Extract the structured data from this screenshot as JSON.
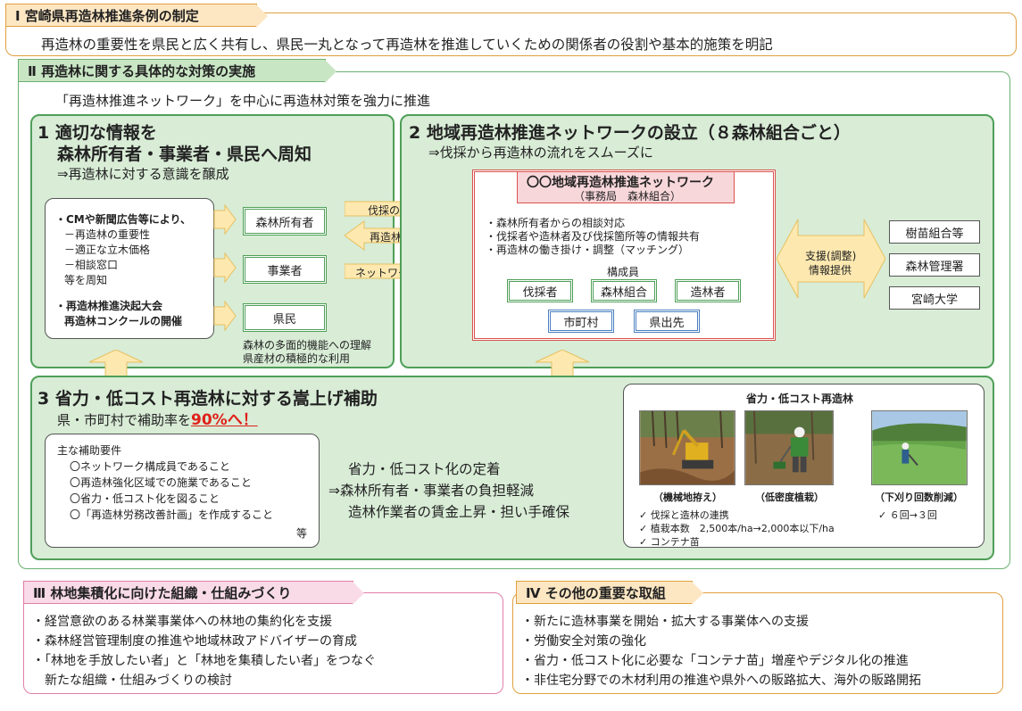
{
  "section1": {
    "tab": "Ⅰ 宮崎県再造林推進条例の制定",
    "text": "再造林の重要性を県民と広く共有し、県民一丸となって再造林を推進していくための関係者の役割や基本的施策を明記"
  },
  "section2": {
    "tab": "Ⅱ 再造林に関する具体的な対策の実施",
    "lead": "「再造林推進ネットワーク」を中心に再造林対策を強力に推進",
    "p1": {
      "title1": "1 適切な情報を",
      "title2": "森林所有者・事業者・県民へ周知",
      "sub": "⇒再造林に対する意識を醸成",
      "bullets": [
        "・CMや新聞広告等により、",
        "－再造林の重要性",
        "－適正な立木価格",
        "－相談窓口",
        "等を周知",
        "・再造林推進決起大会",
        "再造林コンクールの開催"
      ],
      "targets": [
        "森林所有者",
        "事業者",
        "県民"
      ],
      "note1": "森林の多面的機能への理解",
      "note2": "県産材の積極的な利用"
    },
    "arrows": [
      "伐採の相談",
      "再造林の提案",
      "ネットワーク参加"
    ],
    "p2": {
      "title": "2 地域再造林推進ネットワークの設立（８森林組合ごと）",
      "sub": "⇒伐採から再造林の流れをスムーズに",
      "net_title": "〇〇地域再造林推進ネットワーク",
      "net_sub": "（事務局　森林組合）",
      "items": [
        "・森林所有者からの相談対応",
        "・伐採者や造林者及び伐採箇所等の情報共有",
        "・再造林の働き掛け・調整（マッチング）"
      ],
      "members_label": "構成員",
      "members": [
        "伐採者",
        "森林組合",
        "造林者"
      ],
      "members2": [
        "市町村",
        "県出先"
      ],
      "support1": "支援(調整)",
      "support2": "情報提供",
      "supporters": [
        "樹苗組合等",
        "森林管理署",
        "宮崎大学"
      ]
    },
    "p3": {
      "title": "3 省力・低コスト再造林に対する嵩上げ補助",
      "sub_prefix": "県・市町村で補助率を",
      "sub_highlight": "90%へ！",
      "req_title": "主な補助要件",
      "reqs": [
        "〇ネットワーク構成員であること",
        "〇再造林強化区域での施業であること",
        "〇省力・低コスト化を図ること",
        "〇「再造林労務改善計画」を作成すること"
      ],
      "req_etc": "等",
      "effect1": "省力・低コスト化の定着",
      "effect2": "⇒森林所有者・事業者の負担軽減",
      "effect3": "造林作業者の賃金上昇・担い手確保",
      "photo_title": "省力・低コスト再造林",
      "captions": [
        "（機械地拵え）",
        "（低密度植栽）",
        "（下刈り回数削減）"
      ],
      "checks": [
        "✓ 伐採と造林の連携",
        "✓ 植栽本数　2,500本/ha→2,000本以下/ha",
        "✓ コンテナ苗"
      ],
      "check_right": "✓ ６回→３回"
    }
  },
  "section3": {
    "tab": "Ⅲ 林地集積化に向けた組織・仕組みづくり",
    "items": [
      "・経営意欲のある林業事業体への林地の集約化を支援",
      "・森林経営管理制度の推進や地域林政アドバイザーの育成",
      "・「林地を手放したい者」と「林地を集積したい者」をつなぐ",
      "新たな組織・仕組みづくりの検討"
    ]
  },
  "section4": {
    "tab": "Ⅳ その他の重要な取組",
    "items": [
      "・新たに造林事業を開始・拡大する事業体への支援",
      "・労働安全対策の強化",
      "・省力・低コスト化に必要な「コンテナ苗」増産やデジタル化の推進",
      "・非住宅分野での木材利用の推進や県外への販路拡大、海外の販路開拓"
    ]
  },
  "colors": {
    "green_border": "#4f9f58",
    "green_fill": "#d8ecd6",
    "orange_border": "#e0a040",
    "pink_border": "#e07fa8",
    "arrow_fill": "#fde9b0",
    "highlight_red": "#e0201a"
  }
}
